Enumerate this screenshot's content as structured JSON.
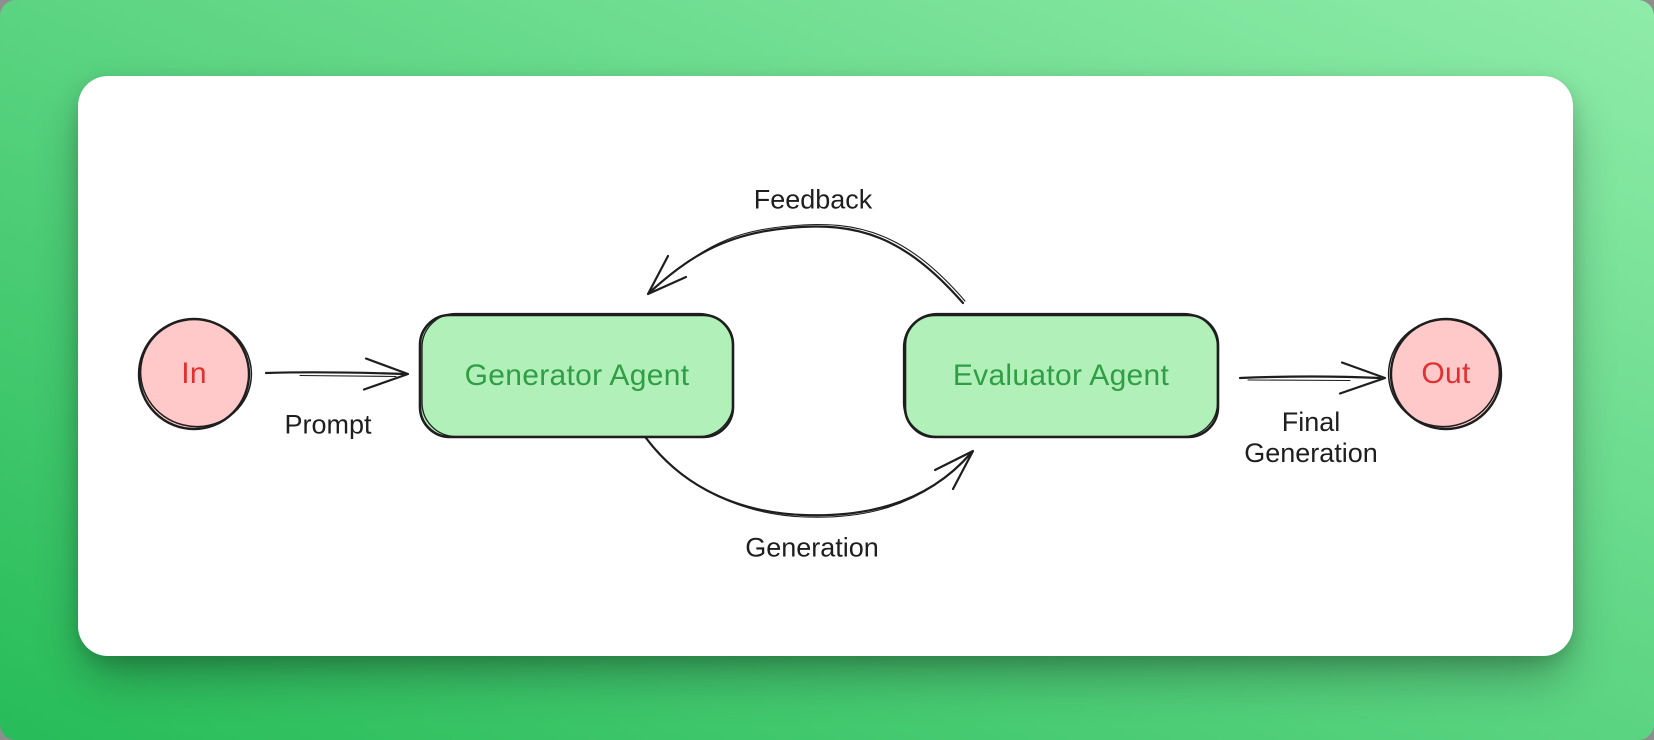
{
  "canvas": {
    "background": {
      "gradient_from": "#27bc59",
      "gradient_to": "#8feca9"
    },
    "card_color": "#ffffff"
  },
  "diagram": {
    "stroke_color": "#1e1e1e",
    "nodes": {
      "input": {
        "label": "In",
        "shape": "circle",
        "fill": "#ffc9c9",
        "text_color": "#e03131"
      },
      "generator": {
        "label": "Generator Agent",
        "shape": "rounded-rect",
        "fill": "#b2f0ba",
        "text_color": "#2f9e44"
      },
      "evaluator": {
        "label": "Evaluator Agent",
        "shape": "rounded-rect",
        "fill": "#b2f0ba",
        "text_color": "#2f9e44"
      },
      "output": {
        "label": "Out",
        "shape": "circle",
        "fill": "#ffc9c9",
        "text_color": "#e03131"
      }
    },
    "edges": {
      "prompt": {
        "label": "Prompt",
        "from": "input",
        "to": "generator"
      },
      "feedback": {
        "label": "Feedback",
        "from": "evaluator",
        "to": "generator"
      },
      "generation": {
        "label": "Generation",
        "from": "generator",
        "to": "evaluator"
      },
      "final_generation": {
        "label_line1": "Final",
        "label_line2": "Generation",
        "from": "evaluator",
        "to": "output"
      }
    }
  }
}
